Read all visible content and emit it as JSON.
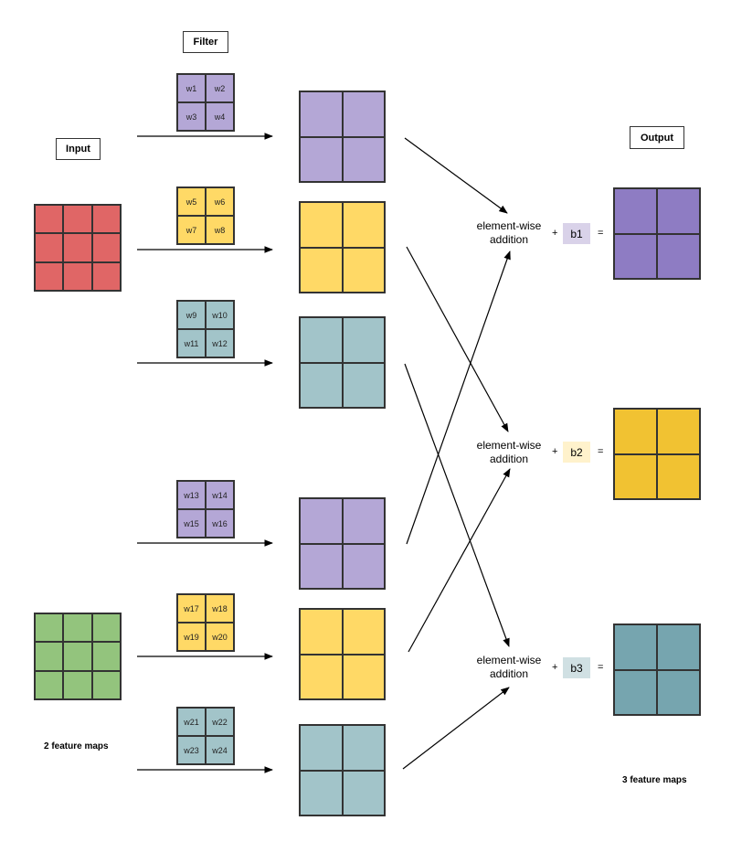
{
  "labels": {
    "filter": "Filter",
    "input": "Input",
    "output": "Output",
    "input_caption": "2 feature maps",
    "output_caption": "3 feature maps"
  },
  "inputs": [
    {
      "color": "#e06666"
    },
    {
      "color": "#93c47d"
    }
  ],
  "filters": [
    {
      "weights": [
        "w1",
        "w2",
        "w3",
        "w4"
      ],
      "color": "#b4a7d6"
    },
    {
      "weights": [
        "w5",
        "w6",
        "w7",
        "w8"
      ],
      "color": "#ffd966"
    },
    {
      "weights": [
        "w9",
        "w10",
        "w11",
        "w12"
      ],
      "color": "#a2c4c9"
    },
    {
      "weights": [
        "w13",
        "w14",
        "w15",
        "w16"
      ],
      "color": "#b4a7d6"
    },
    {
      "weights": [
        "w17",
        "w18",
        "w19",
        "w20"
      ],
      "color": "#ffd966"
    },
    {
      "weights": [
        "w21",
        "w22",
        "w23",
        "w24"
      ],
      "color": "#a2c4c9"
    }
  ],
  "intermediate_colors": [
    "#b4a7d6",
    "#ffd966",
    "#a2c4c9",
    "#b4a7d6",
    "#ffd966",
    "#a2c4c9"
  ],
  "additions": [
    {
      "line1": "element-wise",
      "line2": "addition",
      "plus": "+",
      "bias": "b1",
      "bias_color": "#d9d2e9",
      "equals": "="
    },
    {
      "line1": "element-wise",
      "line2": "addition",
      "plus": "+",
      "bias": "b2",
      "bias_color": "#fff2cc",
      "equals": "="
    },
    {
      "line1": "element-wise",
      "line2": "addition",
      "plus": "+",
      "bias": "b3",
      "bias_color": "#d0e0e3",
      "equals": "="
    }
  ],
  "outputs": [
    {
      "color": "#8e7cc3"
    },
    {
      "color": "#f1c232"
    },
    {
      "color": "#76a5af"
    }
  ]
}
